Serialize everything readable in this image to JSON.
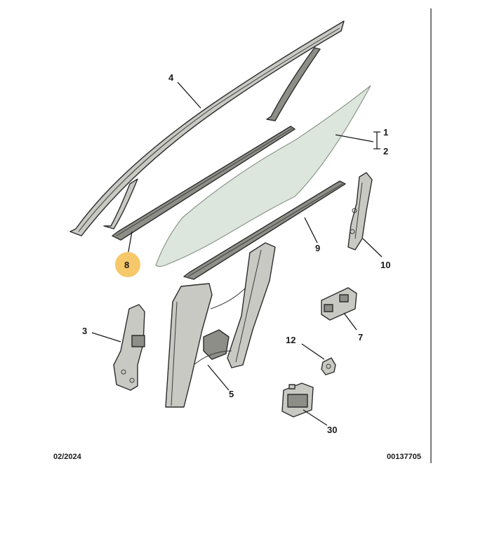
{
  "callouts": {
    "c1": "1",
    "c2": "2",
    "c3": "3",
    "c4": "4",
    "c5": "5",
    "c7": "7",
    "c8": "8",
    "c9": "9",
    "c10": "10",
    "c12": "12",
    "c30": "30"
  },
  "footer": {
    "date": "02/2024",
    "code": "00137705"
  },
  "colors": {
    "highlight": "#f6c86a",
    "ink": "#1a1a1a",
    "glass": "#dde6dd"
  }
}
